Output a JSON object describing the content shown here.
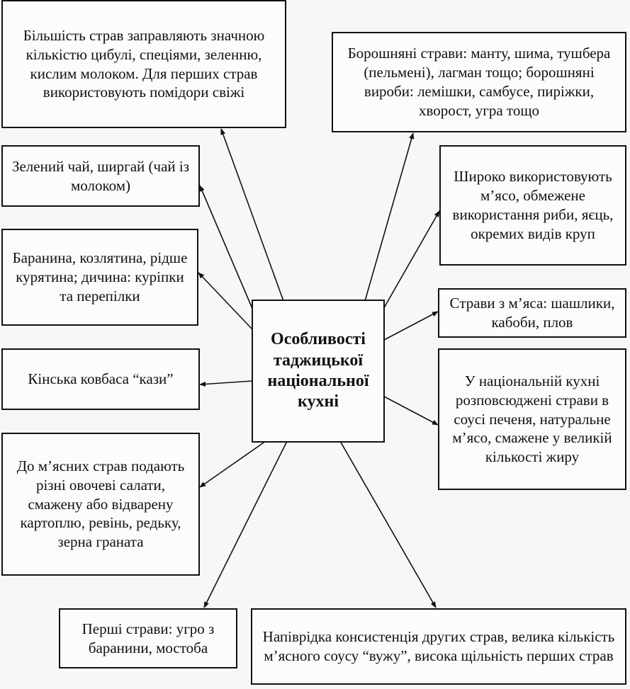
{
  "center": {
    "text": "Особливості таджицької національної кухні"
  },
  "nodes": {
    "seasonings": "Більшість страв заправляють значною кількістю цибулі, спеціями, зеленню, кислим молоком. Для перших страв використовують помідори свіжі",
    "tea": "Зелений чай, ширгай (чай із молоком)",
    "meats": "Баранина, козлятина, рідше курятина; дичина: куріпки та перепілки",
    "sausage": "Кінська ковбаса “кази”",
    "side_dishes": "До м’ясних страв подають різні овочеві салати, смажену або відварену картоплю, ревінь, редьку, зерна граната",
    "first_courses": "Перші страви: угро з баранини, мостоба",
    "flour_dishes": "Борошняні страви: манту, шима, тушбера (пельмені), лагман тощо; борошняні вироби: лемішки, самбусе, пиріжки, хворост, угра тощо",
    "meat_usage": "Широко використовують м’ясо, обмежене використання риби, яєць, окремих видів круп",
    "meat_dishes": "Страви з м’яса: шашлики, кабоби, плов",
    "sauce_dishes": "У національній кухні розповсюджені страви в соусі печеня, натуральне м’ясо, смажене у великій кількості жиру",
    "consistency": "Напіврідка консистенція других страв, велика кількість м’ясного соусу “вужу”, висока щільність перших страв"
  }
}
